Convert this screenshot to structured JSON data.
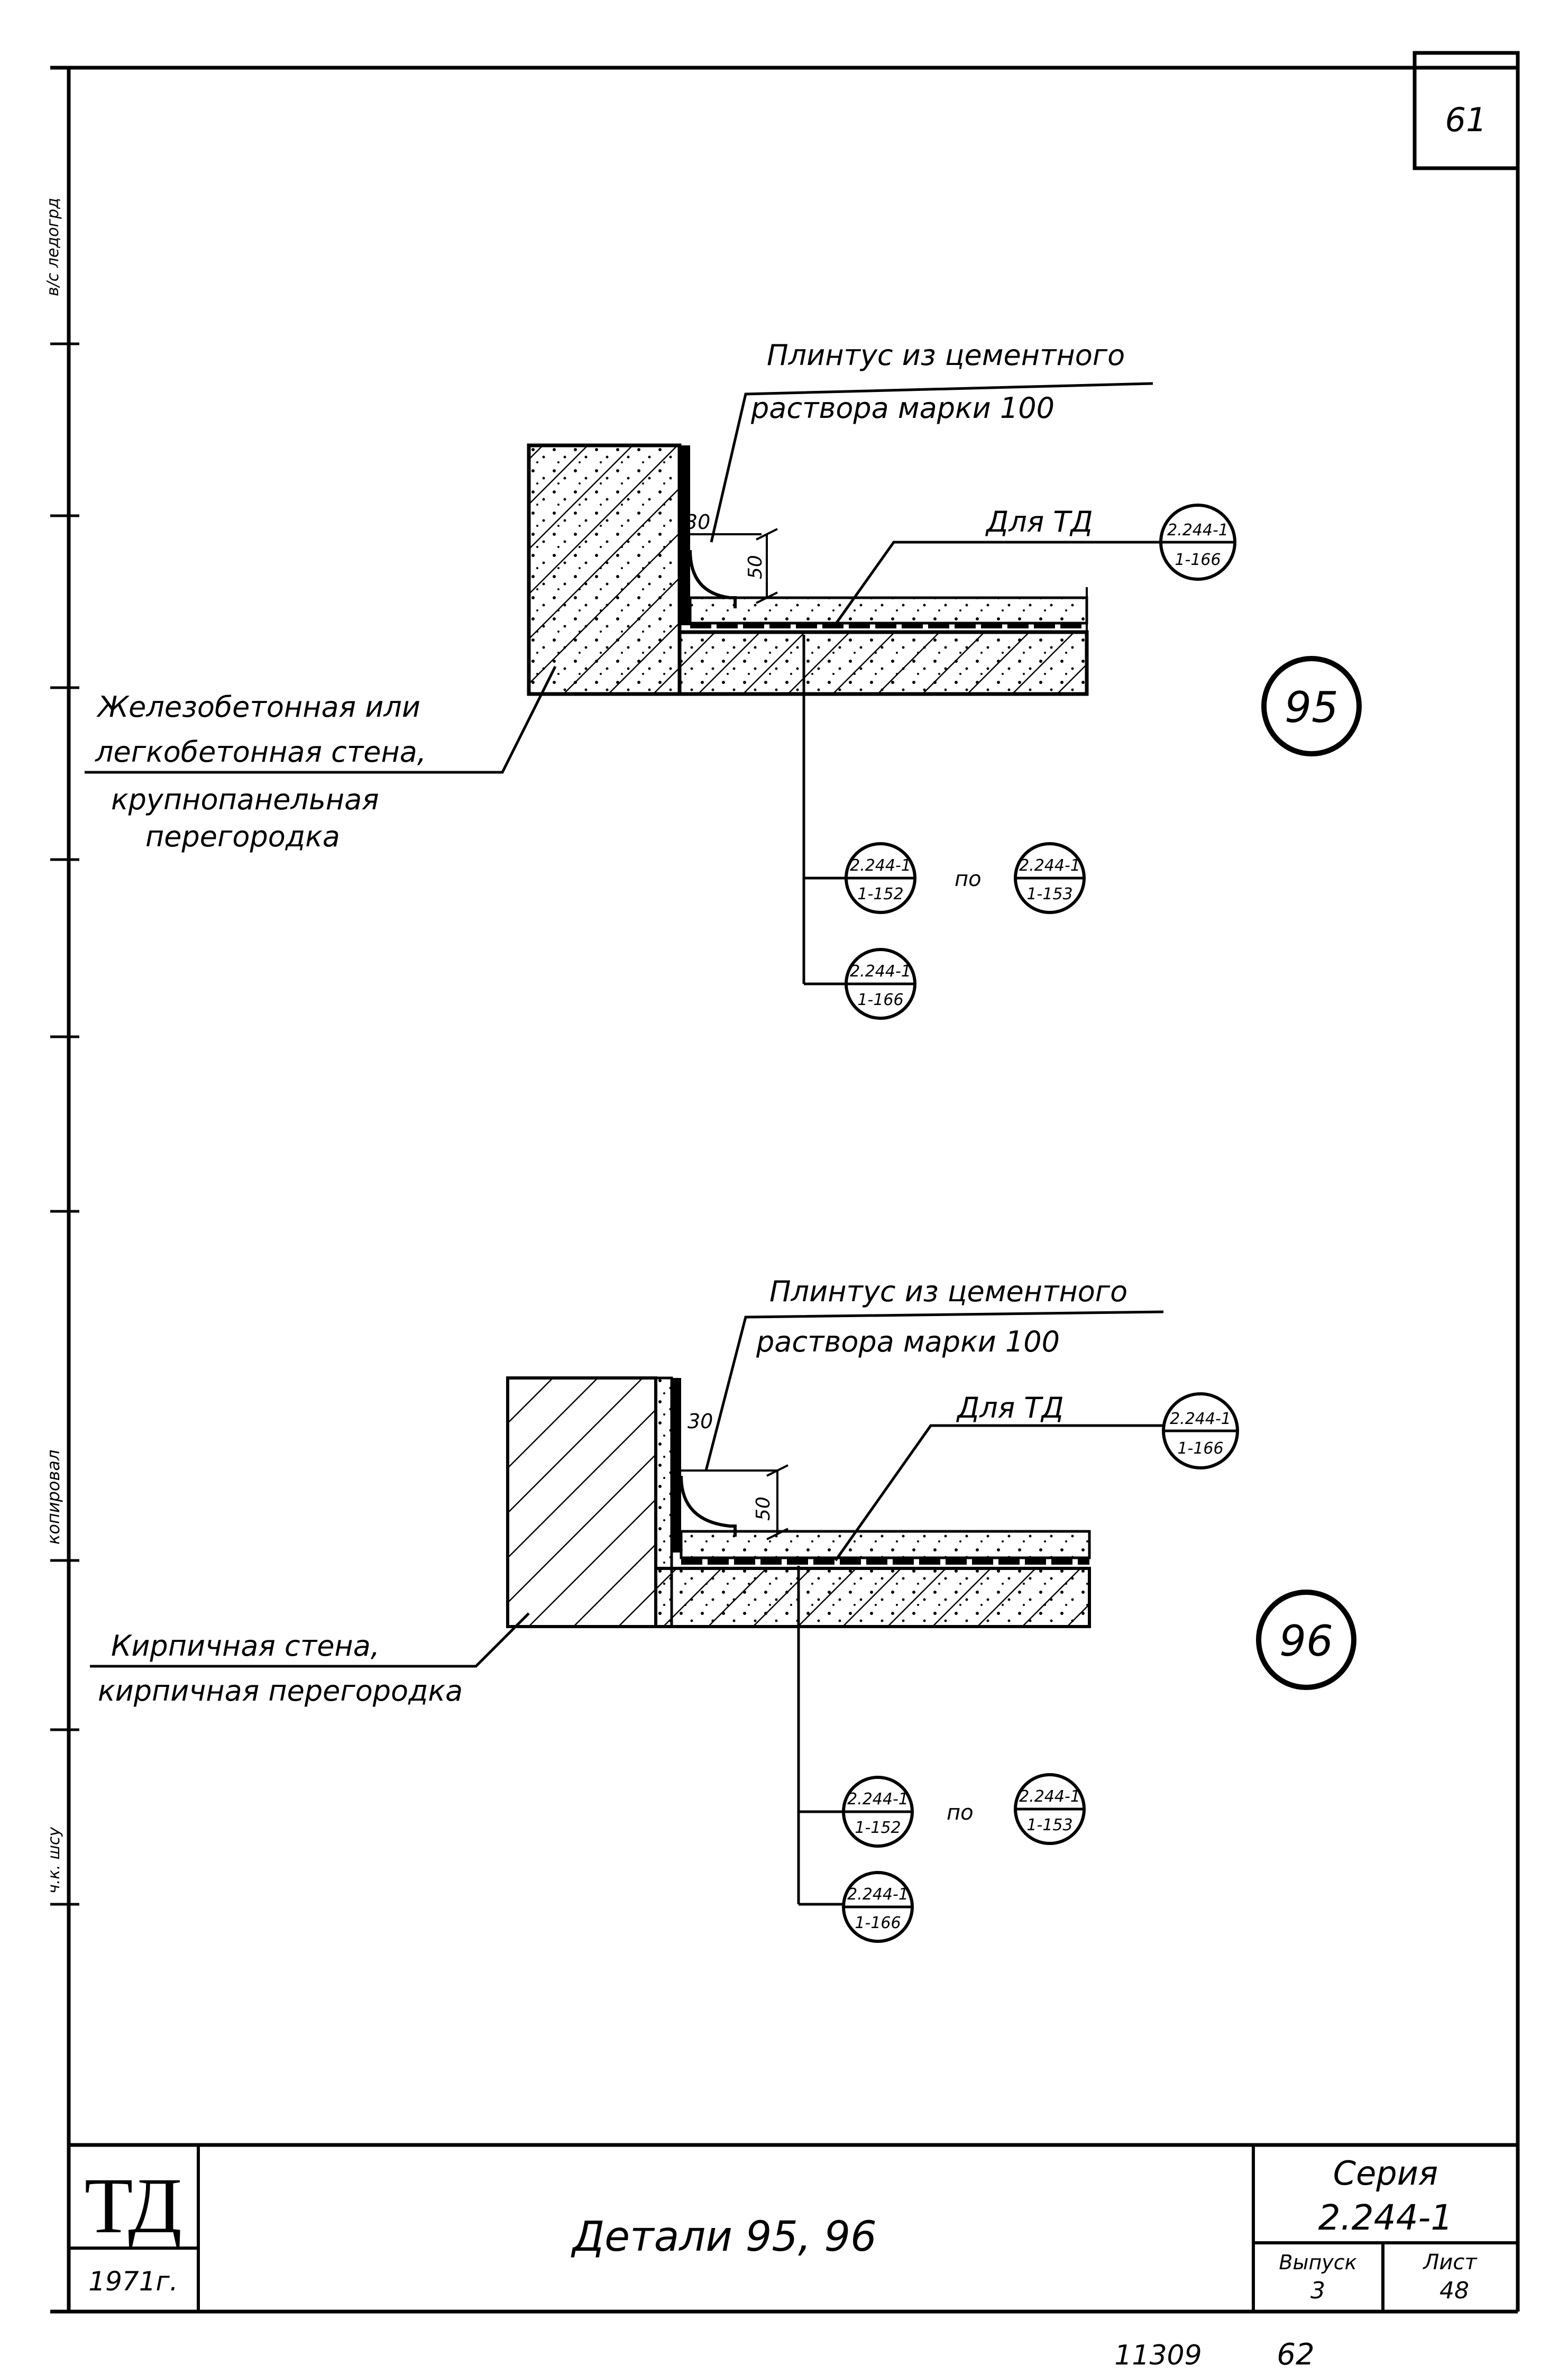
{
  "sheet": {
    "page_number": "61",
    "bottom_code": "11309",
    "bottom_page": "62"
  },
  "detail_95": {
    "plinth_label_line1": "Плинтус из цементного",
    "plinth_label_line2": "раствора марки 100",
    "dim_30": "30",
    "dim_50": "50",
    "for_td_label": "Для ТД",
    "ref_td": {
      "top": "2.244-1",
      "bottom": "1-166"
    },
    "wall_label_line1": "Железобетонная или",
    "wall_label_line2": "легкобетонная стена,",
    "wall_label_line3": "крупнопанельная",
    "wall_label_line4": "перегородка",
    "ref_a": {
      "top": "2.244-1",
      "bottom": "1-152"
    },
    "range_word": "по",
    "ref_b": {
      "top": "2.244-1",
      "bottom": "1-153"
    },
    "ref_c": {
      "top": "2.244-1",
      "bottom": "1-166"
    },
    "detail_number": "95"
  },
  "detail_96": {
    "plinth_label_line1": "Плинтус из цементного",
    "plinth_label_line2": "раствора марки 100",
    "dim_30": "30",
    "dim_50": "50",
    "for_td_label": "Для ТД",
    "ref_td": {
      "top": "2.244-1",
      "bottom": "1-166"
    },
    "wall_label_line1": "Кирпичная стена,",
    "wall_label_line2": "кирпичная перегородка",
    "ref_a": {
      "top": "2.244-1",
      "bottom": "1-152"
    },
    "range_word": "по",
    "ref_b": {
      "top": "2.244-1",
      "bottom": "1-153"
    },
    "ref_c": {
      "top": "2.244-1",
      "bottom": "1-166"
    },
    "detail_number": "96"
  },
  "title_block": {
    "org": "ТД",
    "year": "1971г.",
    "title": "Детали 95, 96",
    "series_label": "Серия",
    "series_value": "2.244-1",
    "issue_label": "Выпуск",
    "issue_value": "3",
    "sheet_label": "Лист",
    "sheet_value": "48"
  },
  "margin_notes": {
    "top": "в/с ледогрд",
    "middle": "копировал",
    "bottom": "ч.к. шсу"
  }
}
